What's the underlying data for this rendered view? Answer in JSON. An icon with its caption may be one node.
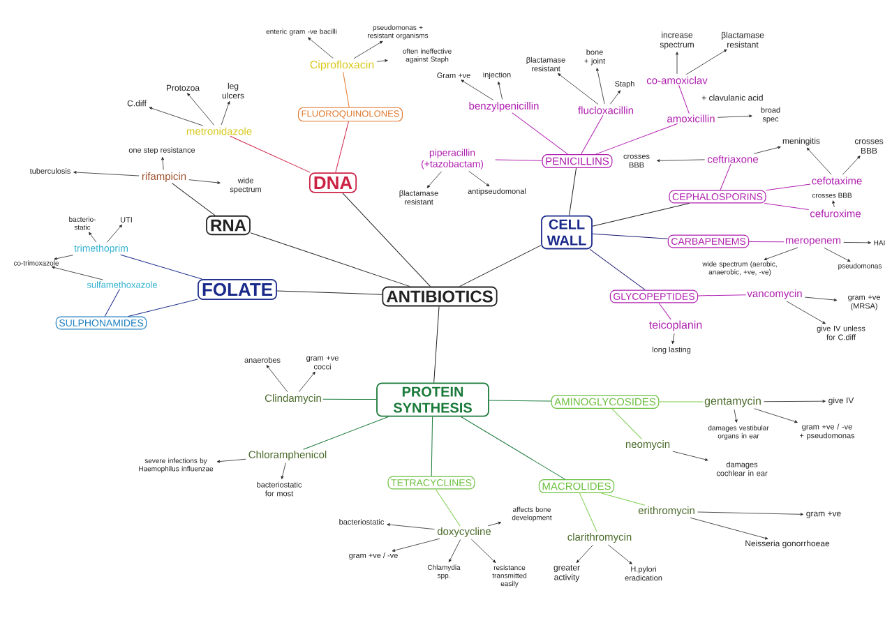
{
  "diagram": {
    "nodes": [
      {
        "text": [
          "ANTIBIOTICS"
        ]
      },
      {
        "text": [
          "DNA"
        ]
      },
      {
        "text": [
          "RNA"
        ]
      },
      {
        "text": [
          "FOLATE"
        ]
      },
      {
        "text": [
          "CELL WALL"
        ]
      },
      {
        "text": [
          "PROTEIN SYNTHESIS"
        ]
      },
      {
        "text": [
          "FLUOROQUINOLONES"
        ]
      },
      {
        "text": [
          "Ciprofloxacin"
        ]
      },
      {
        "text": [
          "enteric gram -ve bacilli"
        ]
      },
      {
        "text": [
          "pseudomonas + resistant organisms"
        ]
      },
      {
        "text": [
          "often ineffective against Staph"
        ]
      },
      {
        "text": [
          "metronidazole"
        ]
      },
      {
        "text": [
          "C.diff"
        ]
      },
      {
        "text": [
          "Protozoa"
        ]
      },
      {
        "text": [
          "leg ulcers"
        ]
      },
      {
        "text": [
          "rifampicin"
        ]
      },
      {
        "text": [
          "one step resistance"
        ]
      },
      {
        "text": [
          "tuberculosis"
        ]
      },
      {
        "text": [
          "wide spectrum"
        ]
      },
      {
        "text": [
          "trimethoprim"
        ]
      },
      {
        "text": [
          "bacterio-static"
        ]
      },
      {
        "text": [
          "UTI"
        ]
      },
      {
        "text": [
          "co-trimoxazole"
        ]
      },
      {
        "text": [
          "sulfamethoxazole"
        ]
      },
      {
        "text": [
          "SULPHONAMIDES"
        ]
      },
      {
        "text": [
          "PENICILLINS"
        ]
      },
      {
        "text": [
          "benzylpenicillin"
        ]
      },
      {
        "text": [
          "Gram +ve"
        ]
      },
      {
        "text": [
          "injection"
        ]
      },
      {
        "text": [
          "flucloxacillin"
        ]
      },
      {
        "text": [
          "βlactamase resistant"
        ]
      },
      {
        "text": [
          "bone + joint"
        ]
      },
      {
        "text": [
          "Staph"
        ]
      },
      {
        "text": [
          "amoxicillin"
        ]
      },
      {
        "text": [
          "co-amoxiclav"
        ]
      },
      {
        "text": [
          "increase spectrum"
        ]
      },
      {
        "text": [
          "βlactamase resistant"
        ]
      },
      {
        "text": [
          "broad spec"
        ]
      },
      {
        "text": [
          "piperacillin (+tazobactam)"
        ]
      },
      {
        "text": [
          "βlactamase resistant"
        ]
      },
      {
        "text": [
          "antipseudomonal"
        ]
      },
      {
        "text": [
          "CEPHALOSPORINS"
        ]
      },
      {
        "text": [
          "ceftriaxone"
        ]
      },
      {
        "text": [
          "crosses BBB"
        ]
      },
      {
        "text": [
          "meningitis"
        ]
      },
      {
        "text": [
          "crosses BBB"
        ]
      },
      {
        "text": [
          "cefotaxime"
        ]
      },
      {
        "text": [
          "crosses BBB"
        ]
      },
      {
        "text": [
          "cefuroxime"
        ]
      },
      {
        "text": [
          "CARBAPENEMS"
        ]
      },
      {
        "text": [
          "meropenem"
        ]
      },
      {
        "text": [
          "HAI"
        ]
      },
      {
        "text": [
          "wide spectrum (aerobic, anaerobic, +ve, -ve)"
        ]
      },
      {
        "text": [
          "pseudomonas"
        ]
      },
      {
        "text": [
          "GLYCOPEPTIDES"
        ]
      },
      {
        "text": [
          "vancomycin"
        ]
      },
      {
        "text": [
          "gram +ve (MRSA)"
        ]
      },
      {
        "text": [
          "give IV unless for C.diff"
        ]
      },
      {
        "text": [
          "teicoplanin"
        ]
      },
      {
        "text": [
          "long lasting"
        ]
      },
      {
        "text": [
          "Clindamycin"
        ]
      },
      {
        "text": [
          "anaerobes"
        ]
      },
      {
        "text": [
          "gram +ve cocci"
        ]
      },
      {
        "text": [
          "Chloramphenicol"
        ]
      },
      {
        "text": [
          "severe infections by Haemophilus influenzae"
        ]
      },
      {
        "text": [
          "bacteriostatic for most"
        ]
      },
      {
        "text": [
          "TETRACYCLINES"
        ]
      },
      {
        "text": [
          "doxycycline"
        ]
      },
      {
        "text": [
          "bacteriostatic"
        ]
      },
      {
        "text": [
          "gram +ve / -ve"
        ]
      },
      {
        "text": [
          "Chlamydia spp."
        ]
      },
      {
        "text": [
          "resistance transmitted easily"
        ]
      },
      {
        "text": [
          "affects bone development"
        ]
      },
      {
        "text": [
          "AMINOGLYCOSIDES"
        ]
      },
      {
        "text": [
          "gentamycin"
        ]
      },
      {
        "text": [
          "give IV"
        ]
      },
      {
        "text": [
          "damages vestibular organs in ear"
        ]
      },
      {
        "text": [
          "gram +ve / -ve + pseudomonas"
        ]
      },
      {
        "text": [
          "neomycin"
        ]
      },
      {
        "text": [
          "damages cochlear in ear"
        ]
      },
      {
        "text": [
          "MACROLIDES"
        ]
      },
      {
        "text": [
          "erithromycin"
        ]
      },
      {
        "text": [
          "gram +ve"
        ]
      },
      {
        "text": [
          "Neisseria gonorrhoeae"
        ]
      },
      {
        "text": [
          "clarithromycin"
        ]
      },
      {
        "text": [
          "greater activity"
        ]
      },
      {
        "text": [
          "H.pylori eradication"
        ]
      }
    ],
    "edges": [
      {
        "from": 0,
        "to": 1,
        "arrow": "none"
      },
      {
        "from": 0,
        "to": 2,
        "arrow": "none"
      },
      {
        "from": 0,
        "to": 3,
        "arrow": "none"
      },
      {
        "from": 0,
        "to": 4,
        "arrow": "none"
      },
      {
        "from": 0,
        "to": 5,
        "arrow": "none"
      },
      {
        "from": 1,
        "to": 6,
        "arrow": "none",
        "color": "#cc2244"
      },
      {
        "from": 6,
        "to": 7,
        "arrow": "none",
        "color": "#e07a30"
      },
      {
        "from": 1,
        "to": 11,
        "arrow": "none",
        "color": "#cc2244"
      },
      {
        "from": 2,
        "to": 15,
        "arrow": "none"
      },
      {
        "from": 3,
        "to": 19,
        "arrow": "none",
        "color": "#1a2a8a"
      },
      {
        "from": 3,
        "to": 24,
        "arrow": "none",
        "color": "#1a2a8a"
      },
      {
        "from": 24,
        "to": 23,
        "arrow": "none",
        "color": "#1a2a8a"
      },
      {
        "from": 4,
        "to": 25,
        "arrow": "none"
      },
      {
        "from": 4,
        "to": 41,
        "arrow": "none"
      },
      {
        "from": 4,
        "to": 49,
        "arrow": "none",
        "color": "#1a1a70"
      },
      {
        "from": 4,
        "to": 54,
        "arrow": "none",
        "color": "#1a1a70"
      },
      {
        "from": 25,
        "to": 26,
        "arrow": "none",
        "color": "#b020b0"
      },
      {
        "from": 25,
        "to": 29,
        "arrow": "none",
        "color": "#b020b0"
      },
      {
        "from": 25,
        "to": 33,
        "arrow": "none",
        "color": "#b020b0"
      },
      {
        "from": 25,
        "to": 38,
        "arrow": "none",
        "color": "#b020b0"
      },
      {
        "from": 33,
        "to": 34,
        "arrow": "none",
        "color": "#b020b0",
        "label": "+ clavulanic acid"
      },
      {
        "from": 41,
        "to": 42,
        "arrow": "none",
        "color": "#b020b0"
      },
      {
        "from": 41,
        "to": 46,
        "arrow": "none",
        "color": "#b020b0"
      },
      {
        "from": 41,
        "to": 48,
        "arrow": "none",
        "color": "#b020b0"
      },
      {
        "from": 49,
        "to": 50,
        "arrow": "none",
        "color": "#b020b0"
      },
      {
        "from": 54,
        "to": 55,
        "arrow": "none",
        "color": "#b020b0"
      },
      {
        "from": 54,
        "to": 58,
        "arrow": "none",
        "color": "#b020b0"
      },
      {
        "from": 5,
        "to": 60,
        "arrow": "none",
        "color": "#1a7a3a"
      },
      {
        "from": 5,
        "to": 63,
        "arrow": "none",
        "color": "#1a7a3a"
      },
      {
        "from": 5,
        "to": 66,
        "arrow": "none",
        "color": "#1a7a3a"
      },
      {
        "from": 5,
        "to": 73,
        "arrow": "none",
        "color": "#1a7a3a"
      },
      {
        "from": 5,
        "to": 80,
        "arrow": "none",
        "color": "#1a7a3a"
      },
      {
        "from": 66,
        "to": 67,
        "arrow": "none",
        "color": "#7acc4a"
      },
      {
        "from": 73,
        "to": 74,
        "arrow": "none",
        "color": "#7acc4a"
      },
      {
        "from": 73,
        "to": 78,
        "arrow": "none",
        "color": "#7acc4a"
      },
      {
        "from": 80,
        "to": 81,
        "arrow": "none",
        "color": "#7acc4a"
      },
      {
        "from": 80,
        "to": 84,
        "arrow": "none",
        "color": "#7acc4a"
      },
      {
        "from": 7,
        "to": 8,
        "arrow": "to"
      },
      {
        "from": 7,
        "to": 9,
        "arrow": "to"
      },
      {
        "from": 7,
        "to": 10,
        "arrow": "to"
      },
      {
        "from": 11,
        "to": 12,
        "arrow": "to"
      },
      {
        "from": 11,
        "to": 13,
        "arrow": "to"
      },
      {
        "from": 11,
        "to": 14,
        "arrow": "to"
      },
      {
        "from": 15,
        "to": 16,
        "arrow": "to"
      },
      {
        "from": 15,
        "to": 17,
        "arrow": "to"
      },
      {
        "from": 15,
        "to": 18,
        "arrow": "to"
      },
      {
        "from": 19,
        "to": 20,
        "arrow": "to"
      },
      {
        "from": 19,
        "to": 21,
        "arrow": "to"
      },
      {
        "from": 19,
        "to": 22,
        "arrow": "to"
      },
      {
        "from": 23,
        "to": 22,
        "arrow": "to"
      },
      {
        "from": 26,
        "to": 27,
        "arrow": "to"
      },
      {
        "from": 26,
        "to": 28,
        "arrow": "to"
      },
      {
        "from": 29,
        "to": 30,
        "arrow": "to"
      },
      {
        "from": 29,
        "to": 31,
        "arrow": "to"
      },
      {
        "from": 29,
        "to": 32,
        "arrow": "to"
      },
      {
        "from": 33,
        "to": 37,
        "arrow": "to"
      },
      {
        "from": 34,
        "to": 35,
        "arrow": "to"
      },
      {
        "from": 34,
        "to": 36,
        "arrow": "to"
      },
      {
        "from": 38,
        "to": 39,
        "arrow": "to"
      },
      {
        "from": 38,
        "to": 40,
        "arrow": "to"
      },
      {
        "from": 42,
        "to": 43,
        "arrow": "to"
      },
      {
        "from": 42,
        "to": 44,
        "arrow": "to"
      },
      {
        "from": 46,
        "to": 44,
        "arrow": "to"
      },
      {
        "from": 46,
        "to": 45,
        "arrow": "to"
      },
      {
        "from": 48,
        "to": 47,
        "arrow": "to"
      },
      {
        "from": 50,
        "to": 51,
        "arrow": "to"
      },
      {
        "from": 50,
        "to": 52,
        "arrow": "to"
      },
      {
        "from": 50,
        "to": 53,
        "arrow": "to"
      },
      {
        "from": 55,
        "to": 56,
        "arrow": "to"
      },
      {
        "from": 55,
        "to": 57,
        "arrow": "to"
      },
      {
        "from": 58,
        "to": 59,
        "arrow": "to"
      },
      {
        "from": 60,
        "to": 61,
        "arrow": "to"
      },
      {
        "from": 60,
        "to": 62,
        "arrow": "to"
      },
      {
        "from": 63,
        "to": 64,
        "arrow": "to"
      },
      {
        "from": 63,
        "to": 65,
        "arrow": "to"
      },
      {
        "from": 67,
        "to": 68,
        "arrow": "to"
      },
      {
        "from": 67,
        "to": 69,
        "arrow": "to"
      },
      {
        "from": 67,
        "to": 70,
        "arrow": "to"
      },
      {
        "from": 67,
        "to": 71,
        "arrow": "to"
      },
      {
        "from": 67,
        "to": 72,
        "arrow": "to"
      },
      {
        "from": 74,
        "to": 75,
        "arrow": "to"
      },
      {
        "from": 74,
        "to": 76,
        "arrow": "to"
      },
      {
        "from": 74,
        "to": 77,
        "arrow": "to"
      },
      {
        "from": 78,
        "to": 79,
        "arrow": "to"
      },
      {
        "from": 81,
        "to": 82,
        "arrow": "to"
      },
      {
        "from": 81,
        "to": 83,
        "arrow": "to"
      },
      {
        "from": 84,
        "to": 85,
        "arrow": "to"
      },
      {
        "from": 84,
        "to": 86,
        "arrow": "to"
      }
    ]
  }
}
